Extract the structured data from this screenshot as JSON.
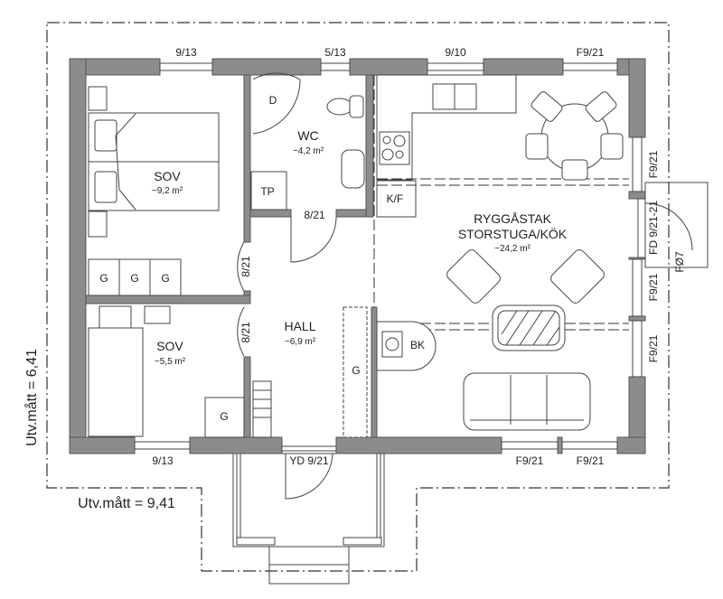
{
  "dimensions": {
    "width_label": "Utv.mått = 9,41",
    "height_label": "Utv.mått = 6,41"
  },
  "rooms": {
    "sov1": {
      "name": "SOV",
      "area": "~9,2 m²"
    },
    "sov2": {
      "name": "SOV",
      "area": "~5,5 m²"
    },
    "wc": {
      "name": "WC",
      "area": "~4,2 m²"
    },
    "hall": {
      "name": "HALL",
      "area": "~6,9 m²"
    },
    "living": {
      "name1": "RYGGÅSTAK",
      "name2": "STORSTUGA/KÖK",
      "area": "~24,2 m²"
    }
  },
  "windows": {
    "top": [
      "9/13",
      "5/13",
      "9/10",
      "F9/21"
    ],
    "bottom": [
      "9/13",
      "YD 9/21",
      "F9/21",
      "F9/21"
    ],
    "right": [
      "F9/21",
      "FD 9/21-21",
      "F9/21",
      "F9/21"
    ],
    "fo": "FØ7"
  },
  "doors": {
    "wc": "8/21",
    "sov1": "8/21",
    "sov2": "8/21"
  },
  "fixtures": {
    "d": "D",
    "tp": "TP",
    "kf": "K/F",
    "bk": "BK",
    "g": "G"
  }
}
